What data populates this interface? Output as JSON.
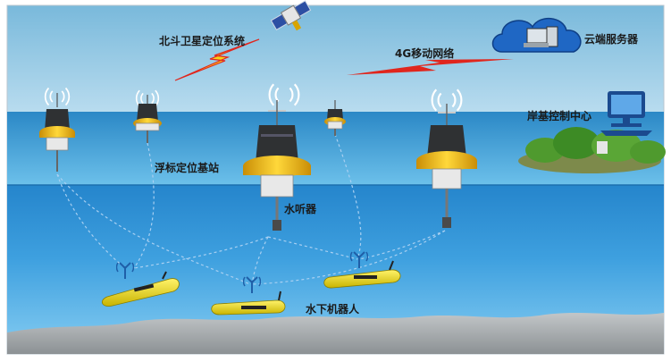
{
  "labels": {
    "satellite_system": "北斗卫星定位系统",
    "network": "4G移动网络",
    "cloud_server": "云端服务器",
    "shore_center": "岸基控制中心",
    "buoy_station": "浮标定位基站",
    "hydrophone": "水听器",
    "underwater_robot": "水下机器人"
  },
  "icons": [
    "satellite-icon",
    "cloud-icon",
    "computer-icon",
    "island-icon",
    "wifi-signal-icon",
    "lightning-bolt-icon"
  ],
  "colors": {
    "sky_top": "#6fb3d8",
    "sky_bottom": "#f4fbff",
    "sea_surface": "#3fa3d6",
    "underwater": "#2d8fd0",
    "seabed": "#9ea3a6",
    "buoy_yellow": "#f2c21a",
    "robot_yellow": "#e8d414",
    "link_red": "#e0261d",
    "link_yellow": "#f5d21a",
    "acoustic_line": "#9cc8ee"
  }
}
